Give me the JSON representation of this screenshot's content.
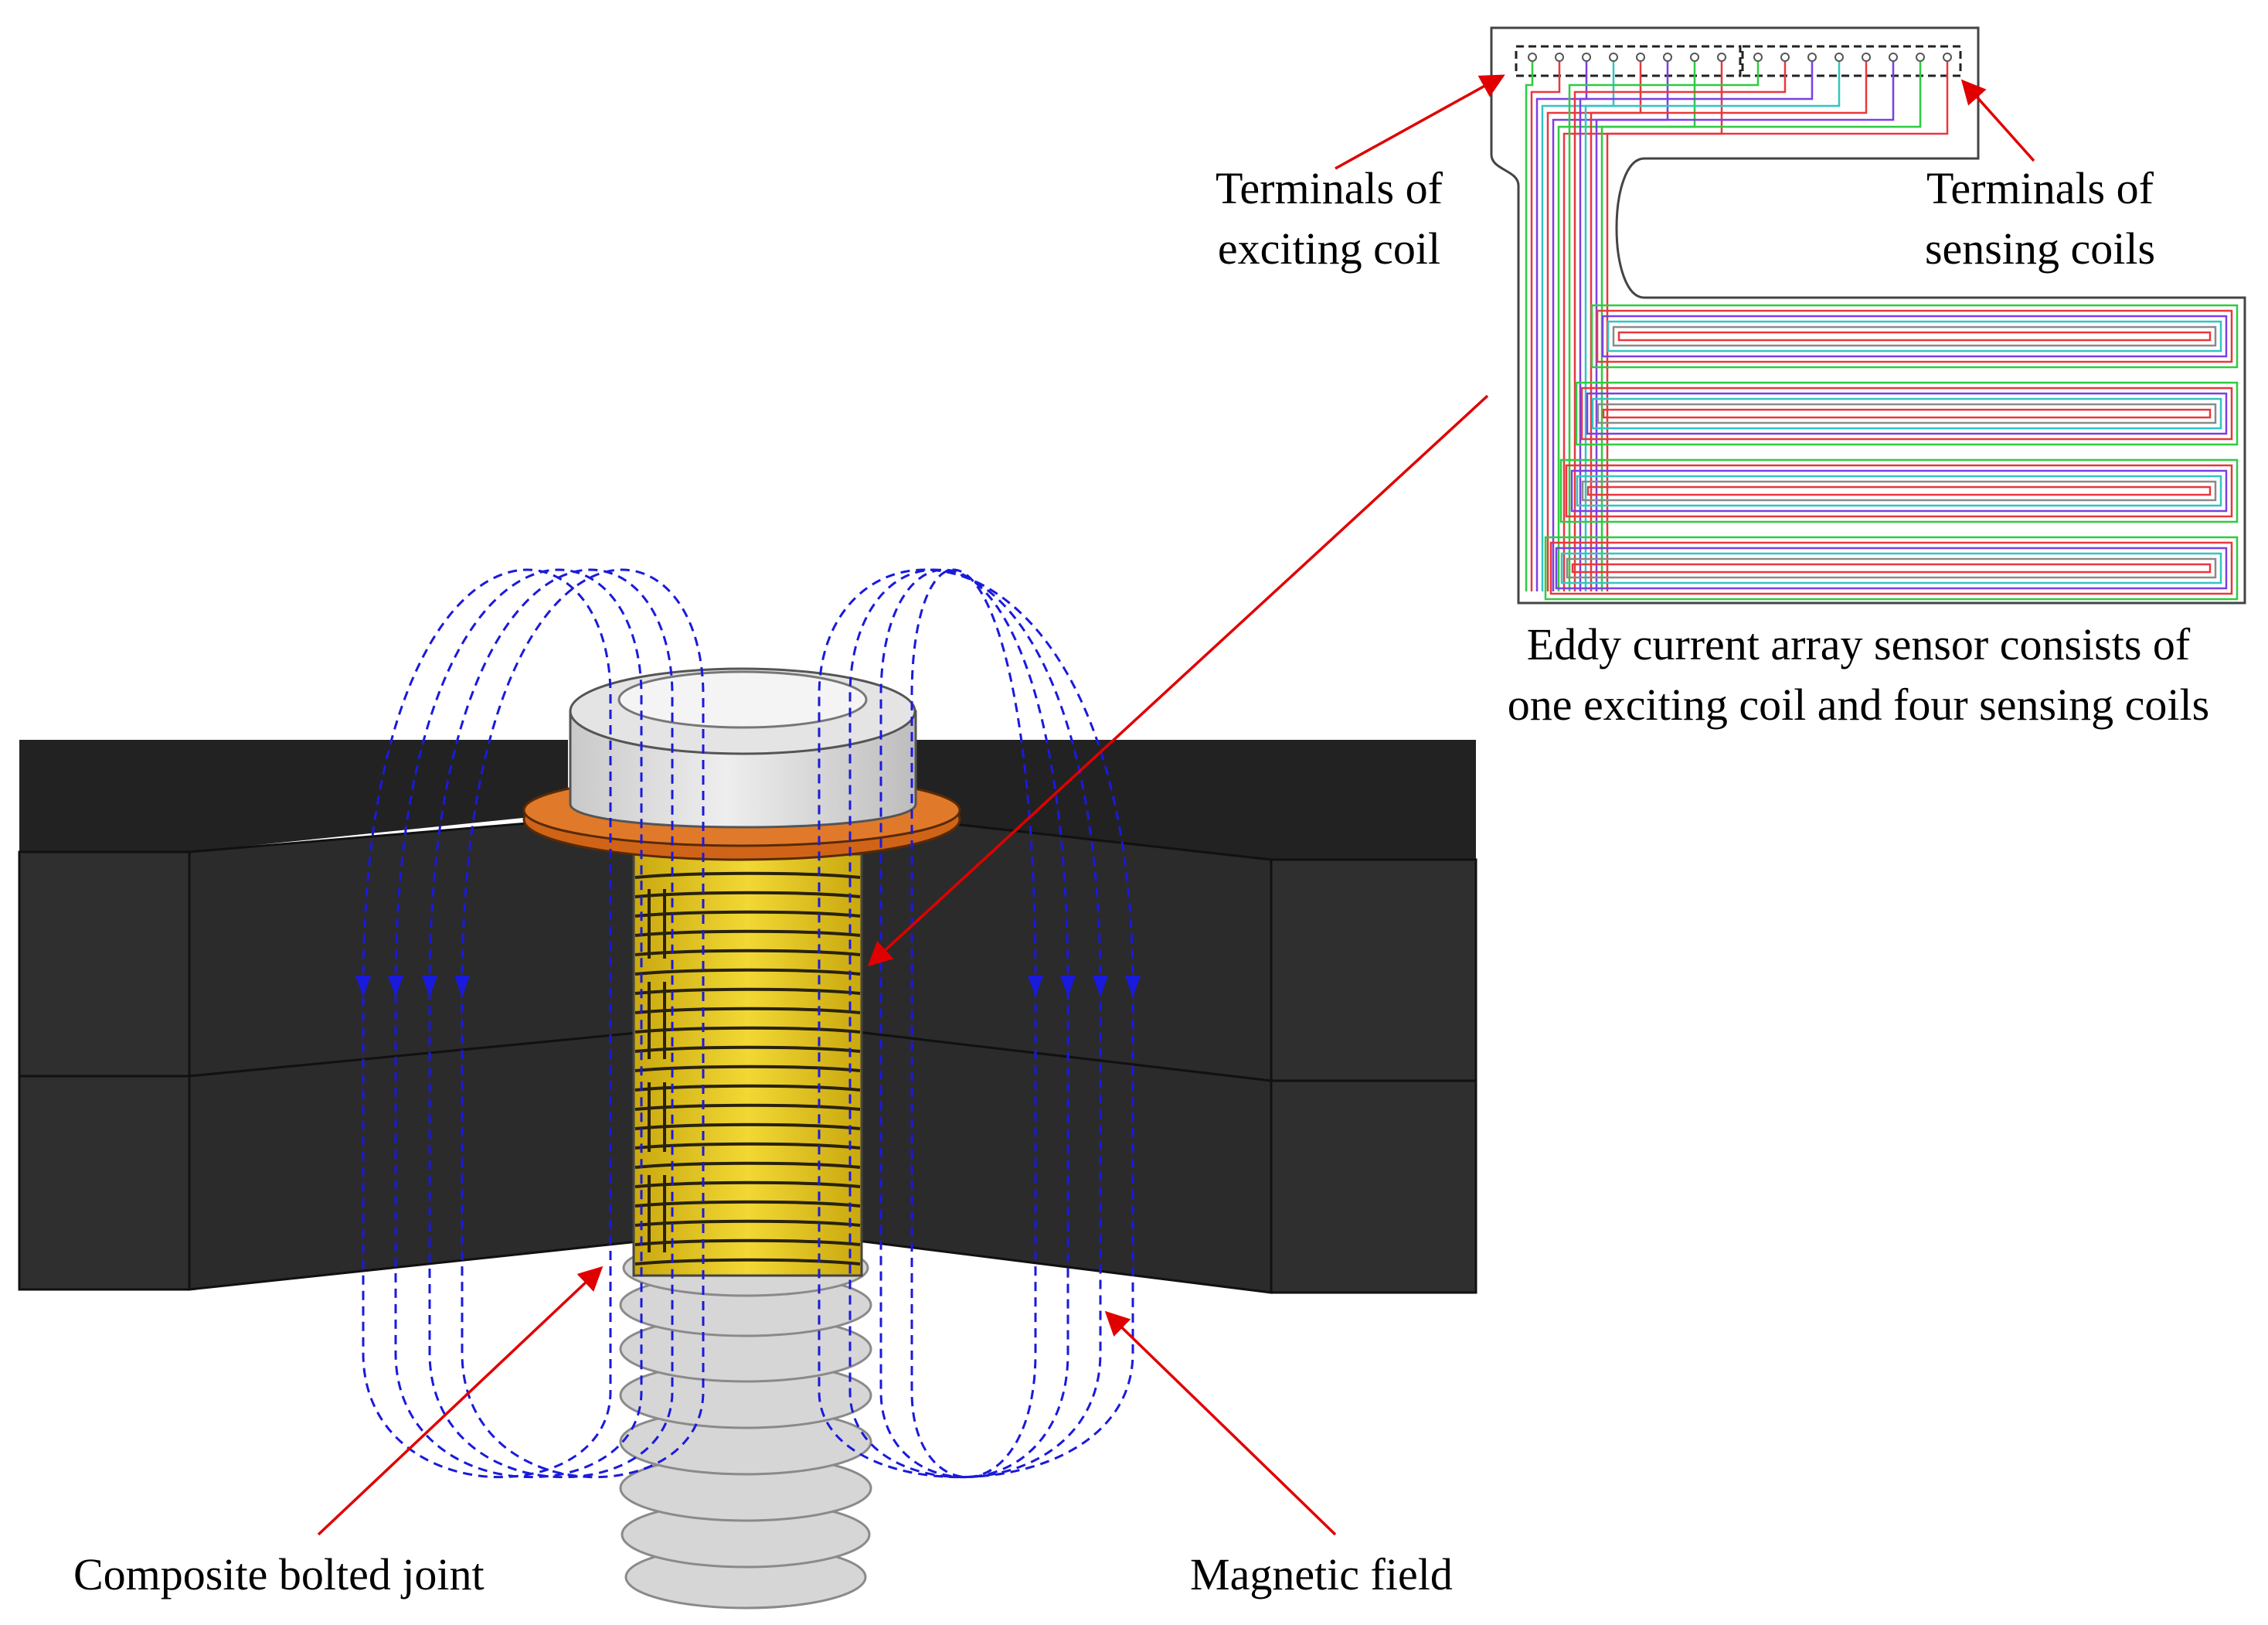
{
  "labels": {
    "exciting_terminals": [
      "Terminals of",
      "exciting coil"
    ],
    "sensing_terminals": [
      "Terminals of",
      "sensing coils"
    ],
    "sensor_caption": [
      "Eddy current array sensor consists of",
      "one exciting coil and four sensing coils"
    ],
    "bolted_joint": "Composite bolted joint",
    "magnetic_field": "Magnetic field"
  },
  "colors": {
    "plate_top": "#222222",
    "plate_side": "#2e2e2e",
    "washer": "#d2691e",
    "bolt_metal": "#d8d8d8",
    "coil_yellow": "#e6c81e",
    "field_lines": "#1a1adc",
    "arrows": "#e00000",
    "trace_green": "#2ecc40",
    "trace_red": "#e8383d",
    "trace_purple": "#7b3fe4",
    "trace_cyan": "#33c4c4"
  }
}
